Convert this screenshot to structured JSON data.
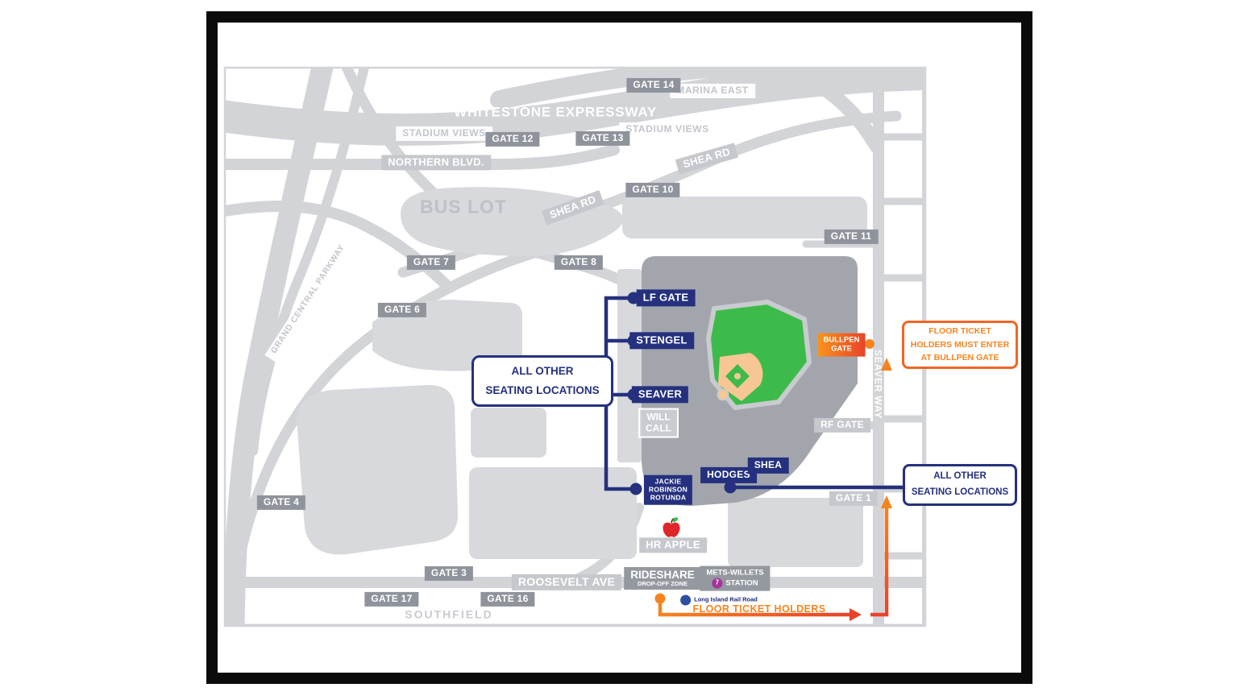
{
  "gates": {
    "g14": "GATE 14",
    "g12": "GATE 12",
    "g13": "GATE 13",
    "g10": "GATE 10",
    "g11": "GATE 11",
    "g7": "GATE 7",
    "g8": "GATE 8",
    "g6": "GATE 6",
    "g4": "GATE 4",
    "g3": "GATE 3",
    "g1": "GATE 1",
    "g17": "GATE 17",
    "g16": "GATE 16",
    "rf": "RF GATE"
  },
  "roads": {
    "whitestone": "WHITESTONE EXPRESSWAY",
    "northern": "NORTHERN BLVD.",
    "shea_upper": "SHEA RD",
    "shea_lower": "SHEA RD",
    "roosevelt": "ROOSEVELT AVE",
    "grand_central": "GRAND CENTRAL PARKWAY",
    "seaver_way": "SEAVER WAY",
    "southfield": "SOUTHFIELD"
  },
  "areas": {
    "bus_lot": "BUS LOT",
    "marina_east": "MARINA EAST",
    "stadium_views_west": "STADIUM VIEWS",
    "stadium_views_east": "STADIUM VIEWS",
    "will_call_1": "WILL",
    "will_call_2": "CALL"
  },
  "entrances": {
    "lf_gate": "LF GATE",
    "stengel": "STENGEL",
    "seaver": "SEAVER",
    "hodges": "HODGES",
    "shea": "SHEA",
    "rotunda_1": "JACKIE",
    "rotunda_2": "ROBINSON",
    "rotunda_3": "ROTUNDA",
    "bullpen_1": "BULLPEN",
    "bullpen_2": "GATE",
    "hr_apple": "HR APPLE"
  },
  "transit": {
    "rideshare_1": "RIDESHARE",
    "rideshare_2": "DROP-OFF ZONE",
    "station_1": "METS-WILLETS",
    "station_2": "STATION",
    "line7": "7",
    "lirr": "Long Island Rail Road"
  },
  "callouts": {
    "seating_1": "ALL OTHER",
    "seating_2": "SEATING LOCATIONS",
    "floor_1": "FLOOR TICKET",
    "floor_2": "HOLDERS MUST ENTER",
    "floor_3": "AT BULLPEN GATE",
    "floor_path": "FLOOR TICKET HOLDERS"
  },
  "colors": {
    "navy": "#25317E",
    "orange": "#F5841F",
    "red": "#E8432A",
    "field_green": "#3DBB4A",
    "infield_tan": "#F6C795",
    "stadium_gray": "#A2A6AC",
    "road_gray": "#D2D4D8",
    "lot_gray": "#D7D9DC",
    "chip_dark_gray": "#8F939B",
    "chip_light_gray": "#C6C8CD",
    "subway_purple": "#A6329B",
    "mta_blue": "#2D4FA1",
    "apple_red": "#E0262B"
  }
}
